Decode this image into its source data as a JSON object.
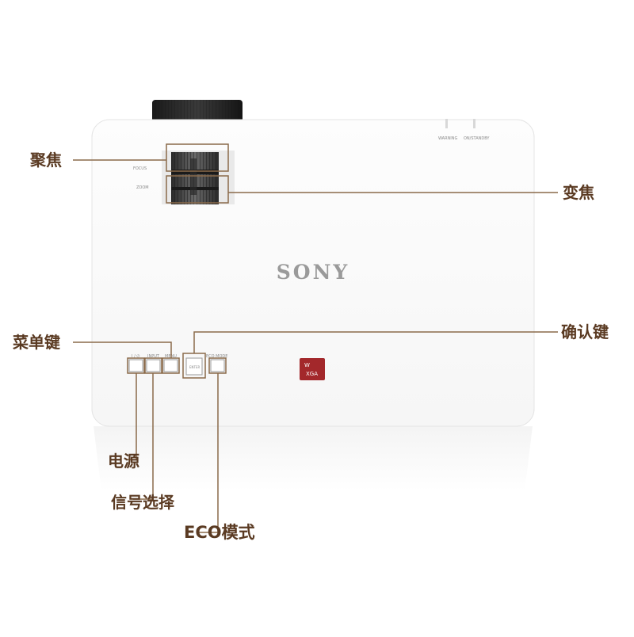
{
  "brand": "SONY",
  "badge": {
    "top": "W",
    "bottom": "XGA"
  },
  "indicators": {
    "warning": "WARNING",
    "standby": "ON/STANDBY"
  },
  "lens_labels": {
    "focus": "FOCUS",
    "zoom": "ZOOM"
  },
  "button_labels": {
    "power": "I / ⏻",
    "input": "INPUT",
    "menu": "MENU",
    "enter": "ENTER",
    "eco": "ECO MODE"
  },
  "callouts": {
    "focus": "聚焦",
    "zoom": "变焦",
    "menu": "菜单键",
    "enter": "确认键",
    "power": "电源",
    "input": "信号选择",
    "eco": "ECO模式"
  },
  "colors": {
    "callout_line": "#8a6a4a",
    "callout_text": "#5a3a22",
    "badge": "#a3282b"
  }
}
